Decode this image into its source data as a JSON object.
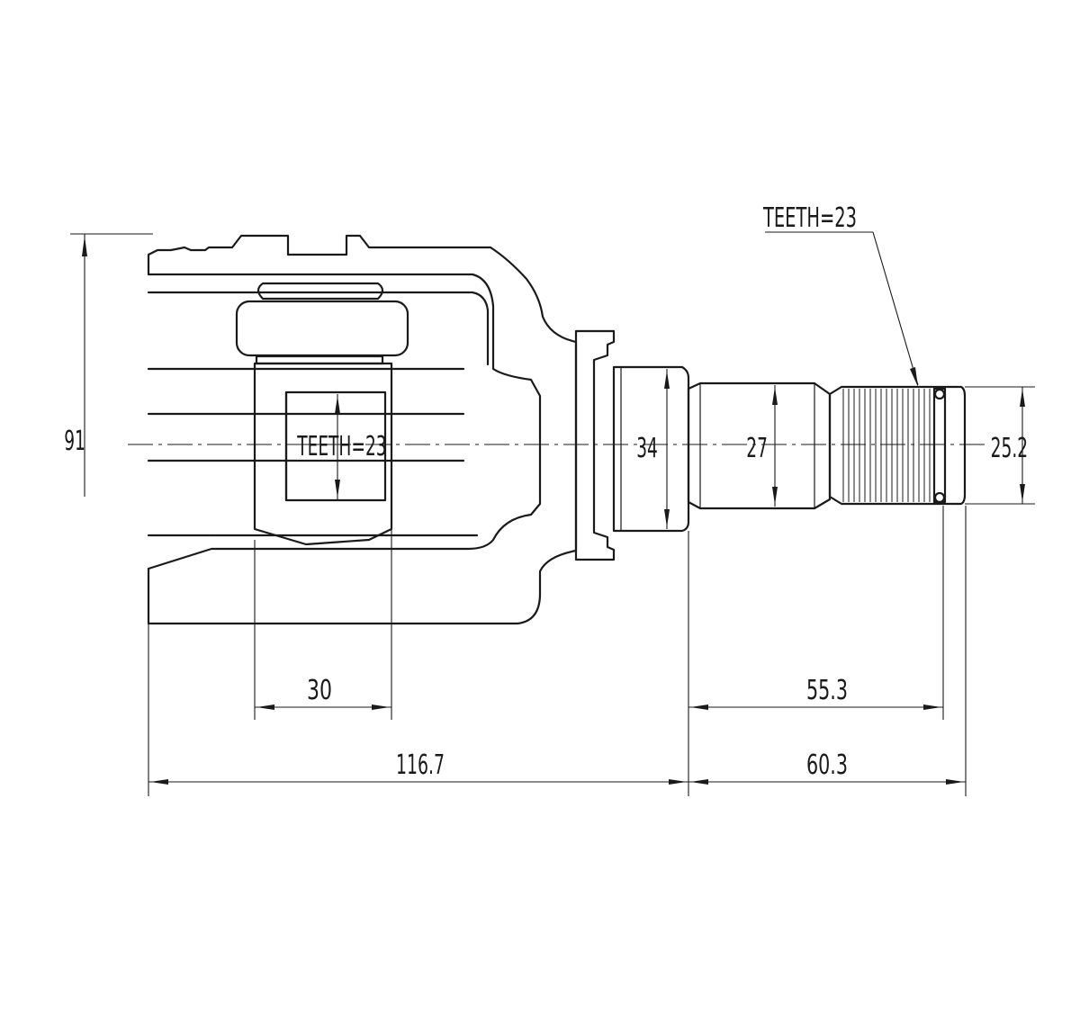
{
  "dimensions": {
    "total_height": "91",
    "cage_teeth": "TEETH=23",
    "shaft_teeth": "TEETH=23",
    "bearing_width": "30",
    "spline_length": "55.3",
    "body_length": "116.7",
    "stem_length": "60.3",
    "collar_diameter": "34",
    "neck_diameter": "27",
    "spline_diameter": "25.2"
  }
}
